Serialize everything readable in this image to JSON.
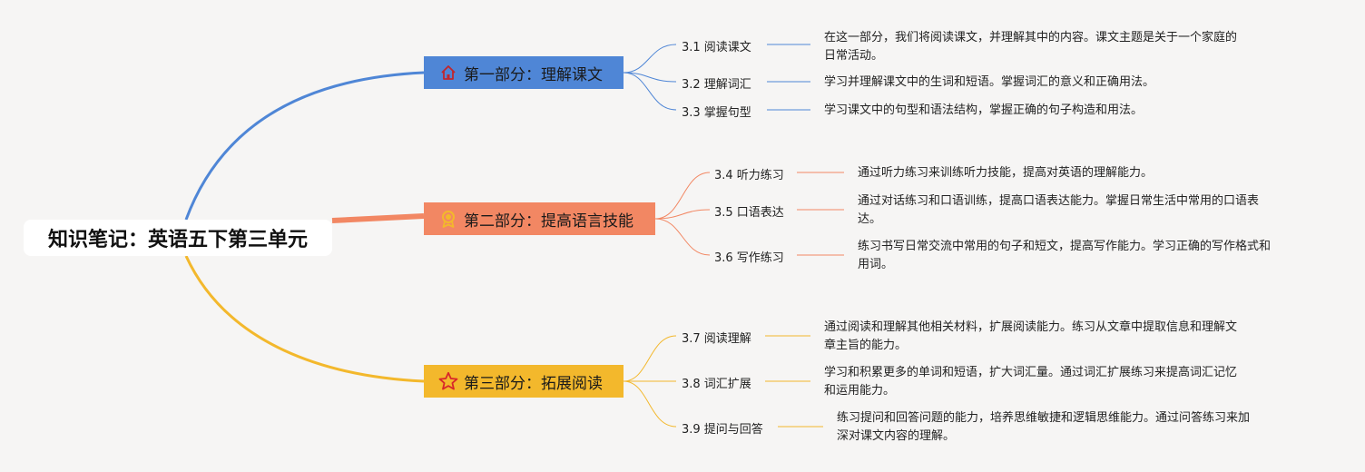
{
  "root": {
    "title": "知识笔记：英语五下第三单元"
  },
  "branches": [
    {
      "title": "第一部分：理解课文",
      "icon": "home-icon",
      "color": "#4f86d6",
      "leaves": [
        {
          "label": "3.1 阅读课文",
          "desc": [
            "在这一部分，我们将阅读课文，并理解其中的内容。课文主题是关于一个家庭的",
            "日常活动。"
          ]
        },
        {
          "label": "3.2 理解词汇",
          "desc": [
            "学习并理解课文中的生词和短语。掌握词汇的意义和正确用法。"
          ]
        },
        {
          "label": "3.3 掌握句型",
          "desc": [
            "学习课文中的句型和语法结构，掌握正确的句子构造和用法。"
          ]
        }
      ]
    },
    {
      "title": "第二部分：提高语言技能",
      "icon": "award-icon",
      "color": "#f28763",
      "leaves": [
        {
          "label": "3.4 听力练习",
          "desc": [
            "通过听力练习来训练听力技能，提高对英语的理解能力。"
          ]
        },
        {
          "label": "3.5 口语表达",
          "desc": [
            "通过对话练习和口语训练，提高口语表达能力。掌握日常生活中常用的口语表",
            "达。"
          ]
        },
        {
          "label": "3.6 写作练习",
          "desc": [
            "练习书写日常交流中常用的句子和短文，提高写作能力。学习正确的写作格式和",
            "用词。"
          ]
        }
      ]
    },
    {
      "title": "第三部分：拓展阅读",
      "icon": "star-icon",
      "color": "#f3b82c",
      "leaves": [
        {
          "label": "3.7 阅读理解",
          "desc": [
            "通过阅读和理解其他相关材料，扩展阅读能力。练习从文章中提取信息和理解文",
            "章主旨的能力。"
          ]
        },
        {
          "label": "3.8 词汇扩展",
          "desc": [
            "学习和积累更多的单词和短语，扩大词汇量。通过词汇扩展练习来提高词汇记忆",
            "和运用能力。"
          ]
        },
        {
          "label": "3.9 提问与回答",
          "desc": [
            "练习提问和回答问题的能力，培养思维敏捷和逻辑思维能力。通过问答练习来加",
            "深对课文内容的理解。"
          ]
        }
      ]
    }
  ]
}
